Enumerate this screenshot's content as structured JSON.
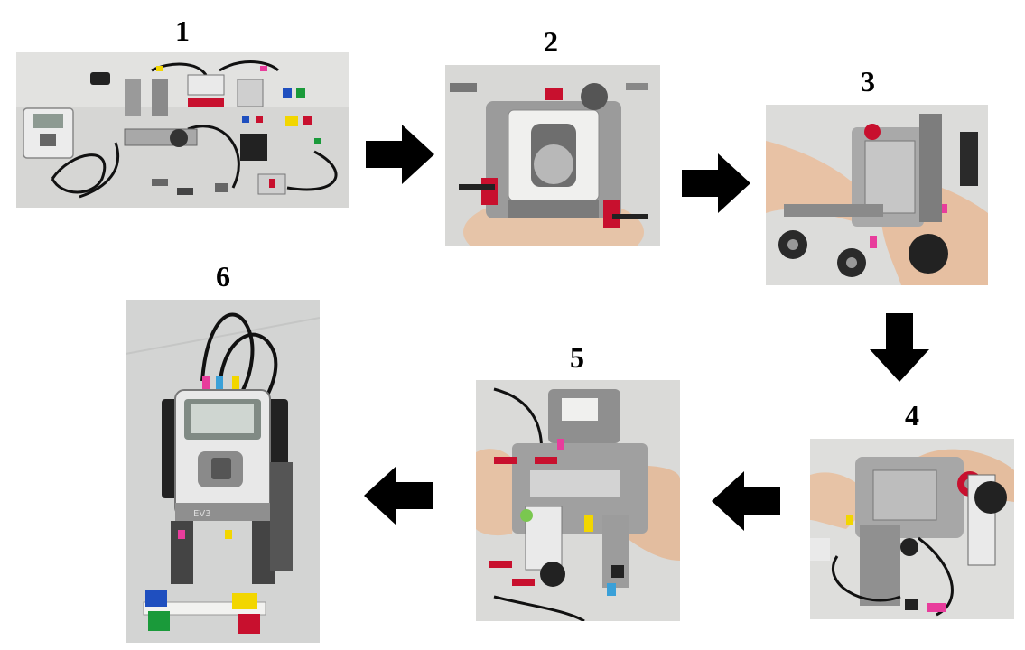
{
  "steps": [
    {
      "number": "1",
      "icon": "lego-parts-photo"
    },
    {
      "number": "2",
      "icon": "assembly-step-photo"
    },
    {
      "number": "3",
      "icon": "assembly-step-photo"
    },
    {
      "number": "4",
      "icon": "assembly-step-photo"
    },
    {
      "number": "5",
      "icon": "assembly-step-photo"
    },
    {
      "number": "6",
      "icon": "finished-robot-photo"
    }
  ],
  "arrows": [
    {
      "from": "1",
      "to": "2",
      "direction": "right"
    },
    {
      "from": "2",
      "to": "3",
      "direction": "right"
    },
    {
      "from": "3",
      "to": "4",
      "direction": "down"
    },
    {
      "from": "4",
      "to": "5",
      "direction": "left"
    },
    {
      "from": "5",
      "to": "6",
      "direction": "left"
    }
  ],
  "colors": {
    "arrow": "#000000",
    "background": "#ffffff"
  }
}
